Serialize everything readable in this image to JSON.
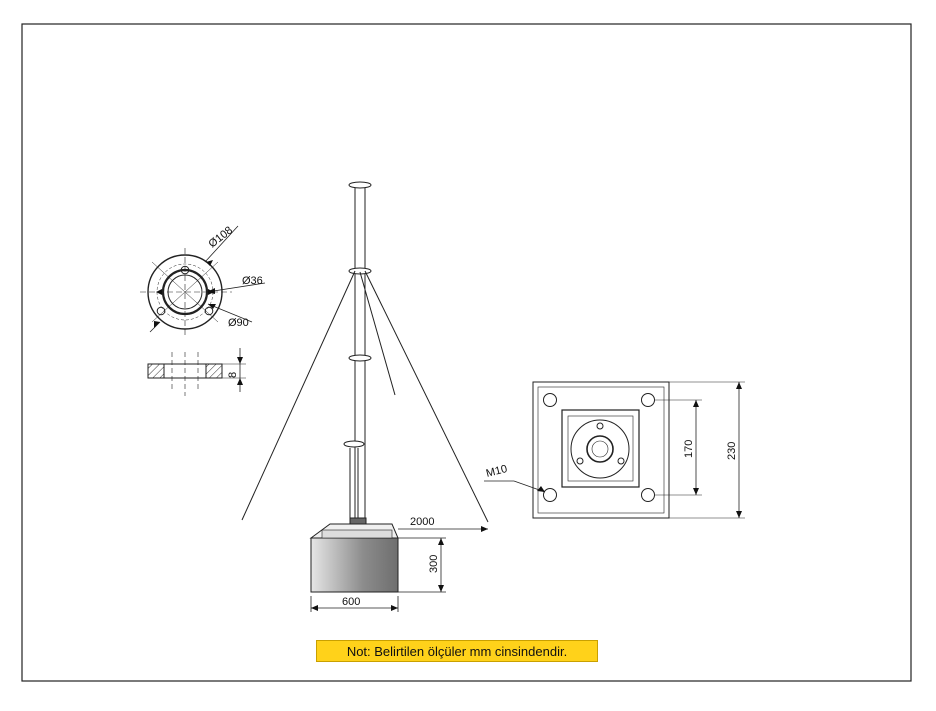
{
  "ring": {
    "d_outer": "Ø108",
    "d_inner": "Ø36",
    "d_bolt": "Ø90",
    "thickness": "8"
  },
  "mast": {
    "guy_span": "2000",
    "block_height": "300",
    "block_width": "600"
  },
  "base_plate": {
    "bolt": "M10",
    "bolt_spacing": "170",
    "plate_size": "230"
  },
  "note": "Not: Belirtilen ölçüler mm cinsindendir."
}
